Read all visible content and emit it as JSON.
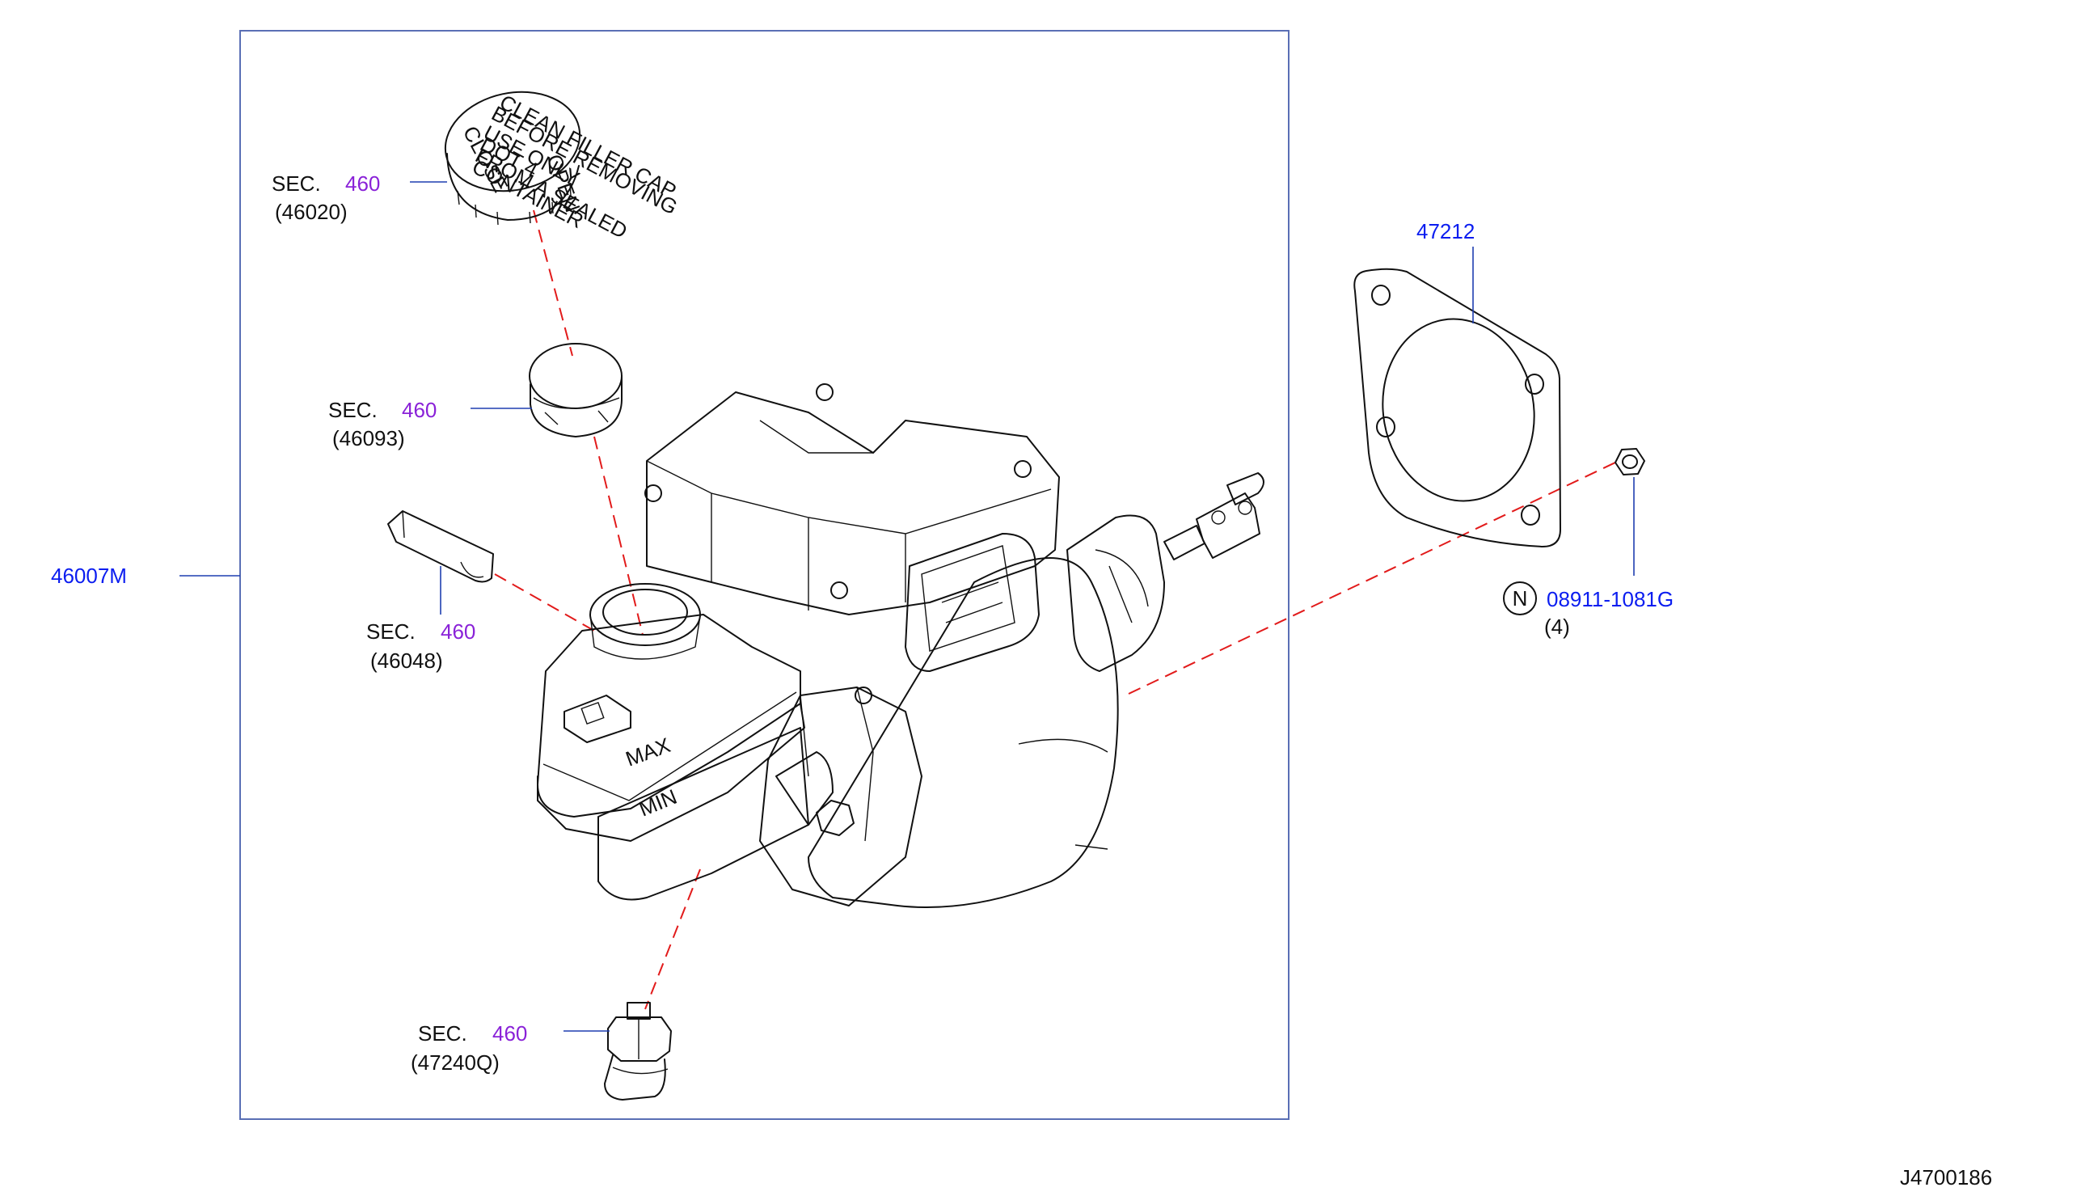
{
  "diagram_id": "J4700186",
  "assembly": {
    "part_number": "46007M"
  },
  "callouts": [
    {
      "id": "cap",
      "sec_prefix": "SEC.",
      "sec_number": "460",
      "part_ref": "(46020)"
    },
    {
      "id": "filter",
      "sec_prefix": "SEC.",
      "sec_number": "460",
      "part_ref": "(46093)"
    },
    {
      "id": "seal",
      "sec_prefix": "SEC.",
      "sec_number": "460",
      "part_ref": "(46048)"
    },
    {
      "id": "sensor",
      "sec_prefix": "SEC.",
      "sec_number": "460",
      "part_ref": "(47240Q)"
    }
  ],
  "gasket": {
    "part_number": "47212"
  },
  "nut": {
    "badge": "N",
    "part_number": "08911-1081G",
    "quantity": "(4)"
  },
  "cap_label_lines": [
    "CLOSE",
    "OPEN",
    "CLEAN FILLER CAP",
    "BEFORE REMOVING",
    "USE ONLY",
    "DOT 4",
    "FROM A SEALED",
    "CONTAINER"
  ],
  "reservoir_marks": {
    "max": "MAX",
    "min": "MIN"
  },
  "colors": {
    "frame": "#5a6fb5",
    "part_number": "#0b1df0",
    "sec_number": "#8a22d8",
    "dashed_leader": "#e21b1b"
  }
}
